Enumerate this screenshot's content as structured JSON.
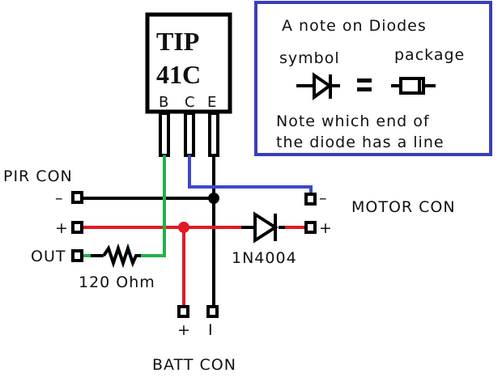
{
  "transistor": {
    "line1": "TIP",
    "line2": "41C",
    "pins": [
      "B",
      "C",
      "E"
    ]
  },
  "note_box": {
    "title": "A note on Diodes",
    "symbol_label": "symbol",
    "package_label": "package",
    "equals": "=",
    "line1": "Note which end of",
    "line2": "the diode has a line",
    "border_color": "#3a3fb8"
  },
  "pir": {
    "title": "PIR CON",
    "minus": "–",
    "plus": "+",
    "out": "OUT"
  },
  "motor": {
    "title": "MOTOR CON",
    "minus": "–",
    "plus": "+"
  },
  "batt": {
    "title": "BATT CON",
    "plus": "+",
    "minus": "I"
  },
  "resistor": {
    "label": "120 Ohm"
  },
  "diode": {
    "label": "1N4004"
  },
  "colors": {
    "ground": "#000000",
    "positive": "#e01b24",
    "base": "#22b14c",
    "collector": "#3f48cc"
  }
}
